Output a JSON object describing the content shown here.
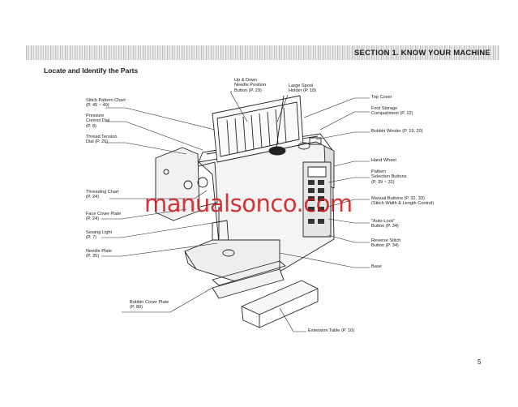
{
  "header": {
    "section": "SECTION 1.    KNOW YOUR MACHINE"
  },
  "title": "Locate and Identify the Parts",
  "labels": {
    "up_down": [
      "Up & Down",
      "Needle Position",
      "Button (P. 29)"
    ],
    "spool_holder": [
      "Large Spool",
      "Holder  (P. 18)"
    ],
    "top_cover": [
      "Top Cover"
    ],
    "foot_storage": [
      "Foot Storage",
      "Compartment  (P. 12)"
    ],
    "bobbin_winder": [
      "Bobbin Winder  (P. 19, 20)"
    ],
    "stitch_chart": [
      "Stitch Pattern Chart",
      "(P. 45 ~ 49)"
    ],
    "pressure_dial": [
      "Pressure",
      "Control Dial",
      "(P. 8)"
    ],
    "thread_tension": [
      "Thread Tension",
      "Dial  (P. 26)"
    ],
    "hand_wheel": [
      "Hand Wheel"
    ],
    "pattern_selection": [
      "Pattern",
      "Selection Buttons",
      "(P. 39 ~ 31)"
    ],
    "threading_chart": [
      "Threading Chart",
      "(P. 24)"
    ],
    "manual_buttons": [
      "Manual Buttons  (P. 32, 33)",
      "(Stitch Width & Length Control)"
    ],
    "face_cover": [
      "Face Cover Plate",
      "(P. 24)"
    ],
    "auto_lock": [
      "\"Auto-Lock\"",
      "Button  (P. 34)"
    ],
    "sewing_light": [
      "Sewing Light",
      "(P. 7)"
    ],
    "reverse_stitch": [
      "Reverse Stitch",
      "Button  (P. 34)"
    ],
    "needle_plate": [
      "Needle Plate",
      "(P. 35)"
    ],
    "base": [
      "Base"
    ],
    "bobbin_cover": [
      "Bobbin Cover Plate",
      "(P. 80)"
    ],
    "extension_table": [
      "Extension Table  (P. 10)"
    ]
  },
  "watermark": "manualsonco.com",
  "page_number": "5"
}
